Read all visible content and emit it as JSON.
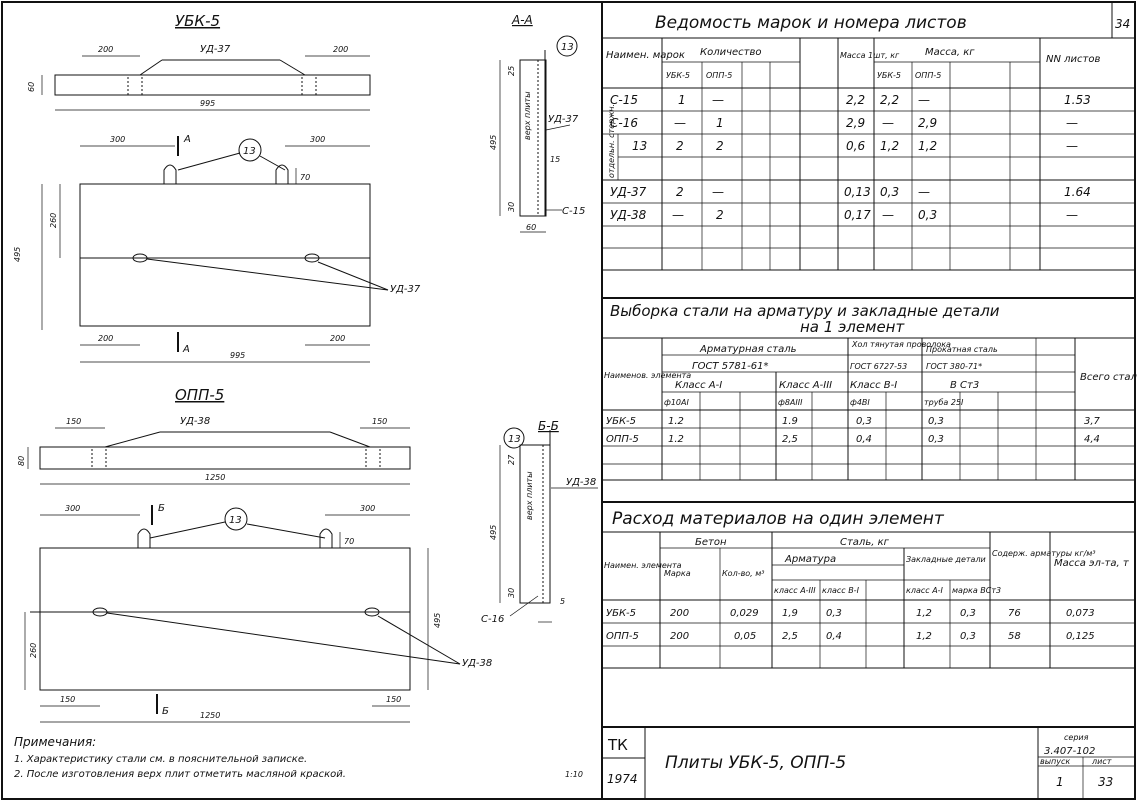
{
  "drawing": {
    "ubk_title": "УБК-5",
    "opp_title": "ОПП-5",
    "section_aa": "А-А",
    "section_bb": "Б-Б",
    "cut_a": "А",
    "cut_b": "Б",
    "mark_13": "13",
    "ud37": "УД-37",
    "ud38": "УД-38",
    "c15": "С-15",
    "c16": "С-16",
    "verh_plity": "верх плиты",
    "dims": {
      "d200": "200",
      "d995": "995",
      "d60": "60",
      "d300": "300",
      "d70": "70",
      "d260": "260",
      "d495": "495",
      "d150": "150",
      "d1250": "1250",
      "d80": "80",
      "d25": "25",
      "d15": "15",
      "d30": "30",
      "d60b": "60",
      "d27": "27",
      "d5": "5"
    }
  },
  "notes": {
    "title": "Примечания:",
    "n1": "1. Характеристику стали см. в пояснительной записке.",
    "n2": "2. После изготовления верх плит отметить масляной краской.",
    "scale": "1:10"
  },
  "sheet_number": "34",
  "table1": {
    "title": "Ведомость марок и номера листов",
    "h_marks": "Наимен. марок",
    "h_qty": "Количество",
    "h_ubk": "УБК-5",
    "h_opp": "ОПП-5",
    "h_mass1": "Масса 1шт, кг",
    "h_mass": "Масса, кг",
    "h_sheets": "NN листов",
    "side_label": "отдельн. стержн.",
    "rows": [
      {
        "mark": "С-15",
        "q1": "1",
        "q2": "—",
        "m1": "2,2",
        "ma": "2,2",
        "mb": "—",
        "sheet": "1.53"
      },
      {
        "mark": "С-16",
        "q1": "—",
        "q2": "1",
        "m1": "2,9",
        "ma": "—",
        "mb": "2,9",
        "sheet": "—"
      },
      {
        "mark": "13",
        "q1": "2",
        "q2": "2",
        "m1": "0,6",
        "ma": "1,2",
        "mb": "1,2",
        "sheet": "—"
      },
      {
        "mark": "",
        "q1": "",
        "q2": "",
        "m1": "",
        "ma": "",
        "mb": "",
        "sheet": ""
      },
      {
        "mark": "УД-37",
        "q1": "2",
        "q2": "—",
        "m1": "0,13",
        "ma": "0,3",
        "mb": "—",
        "sheet": "1.64"
      },
      {
        "mark": "УД-38",
        "q1": "—",
        "q2": "2",
        "m1": "0,17",
        "ma": "—",
        "mb": "0,3",
        "sheet": "—"
      }
    ]
  },
  "table2": {
    "title1": "Выборка стали на арматуру и закладные детали",
    "title2": "на 1 элемент",
    "h_name": "Наименов. элемента",
    "h_arm": "Арматурная сталь",
    "h_gost1": "ГОСТ 5781-61*",
    "h_cold": "Хол тянутая проволока",
    "h_gost2": "ГОСТ 6727-53",
    "h_roll": "Прокатная сталь",
    "h_gost3": "ГОСТ 380-71*",
    "h_klA1": "Класс А-I",
    "h_klA3": "Класс А-III",
    "h_klB1": "Класс В-I",
    "h_bst3": "В Ст3",
    "h_d10": "ф10АI",
    "h_d8": "ф8АIII",
    "h_d4": "ф4ВI",
    "h_pipe": "труба 25I",
    "h_total": "Всего стали кг",
    "rows": [
      {
        "name": "УБК-5",
        "a1": "1.2",
        "a3": "1.9",
        "b1": "0,3",
        "st": "0,3",
        "total": "3,7"
      },
      {
        "name": "ОПП-5",
        "a1": "1.2",
        "a3": "2,5",
        "b1": "0,4",
        "st": "0,3",
        "total": "4,4"
      }
    ]
  },
  "table3": {
    "title": "Расход материалов на один элемент",
    "h_name": "Наимен. элемента",
    "h_beton": "Бетон",
    "h_marka": "Марка",
    "h_vol": "Кол-во, м³",
    "h_steel": "Сталь, кг",
    "h_arm": "Арматура",
    "h_kA3": "класс А-III",
    "h_kB1": "класс В-I",
    "h_zakl": "Закладные детали",
    "h_kA1": "класс А-I",
    "h_bst3": "марка ВСт3",
    "h_content": "Содерж. арматуры кг/м³",
    "h_mass": "Масса эл-та, т",
    "rows": [
      {
        "name": "УБК-5",
        "marka": "200",
        "vol": "0,029",
        "a3": "1,9",
        "b1": "0,3",
        "za1": "1,2",
        "zst": "0,3",
        "cont": "76",
        "mass": "0,073"
      },
      {
        "name": "ОПП-5",
        "marka": "200",
        "vol": "0,05",
        "a3": "2,5",
        "b1": "0,4",
        "za1": "1,2",
        "zst": "0,3",
        "cont": "58",
        "mass": "0,125"
      }
    ]
  },
  "stamp": {
    "tk": "ТК",
    "year": "1974",
    "title": "Плиты УБК-5, ОПП-5",
    "series_label": "серия",
    "series": "3.407-102",
    "vyp_label": "выпуск",
    "vyp": "1",
    "list_label": "лист",
    "list": "33"
  }
}
